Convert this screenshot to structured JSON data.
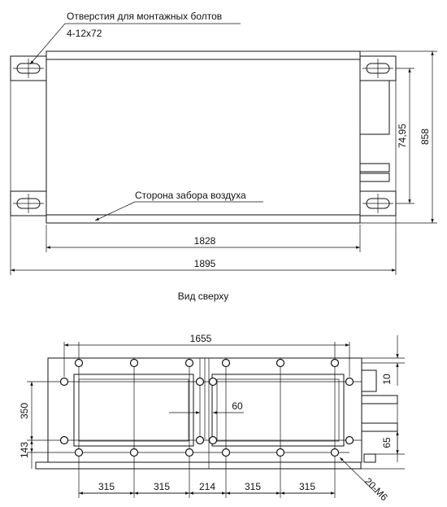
{
  "top_view": {
    "callout_holes_line1": "Отверстия для монтажных болтов",
    "callout_holes_line2": "4-12x72",
    "callout_air_intake": "Сторона забора воздуха",
    "dim_inner_width": "1828",
    "dim_overall_width": "1895",
    "dim_height_inner": "74,95",
    "dim_height_overall": "858",
    "caption": "Вид сверху"
  },
  "bottom_view": {
    "dim_top_width": "1655",
    "dim_gap": "60",
    "dim_spacing": [
      "315",
      "315",
      "214",
      "315",
      "315"
    ],
    "dim_left_upper": "350",
    "dim_left_lower": "143",
    "dim_right_upper": "10",
    "dim_right_lower": "65",
    "dim_thread": "20-M6"
  }
}
